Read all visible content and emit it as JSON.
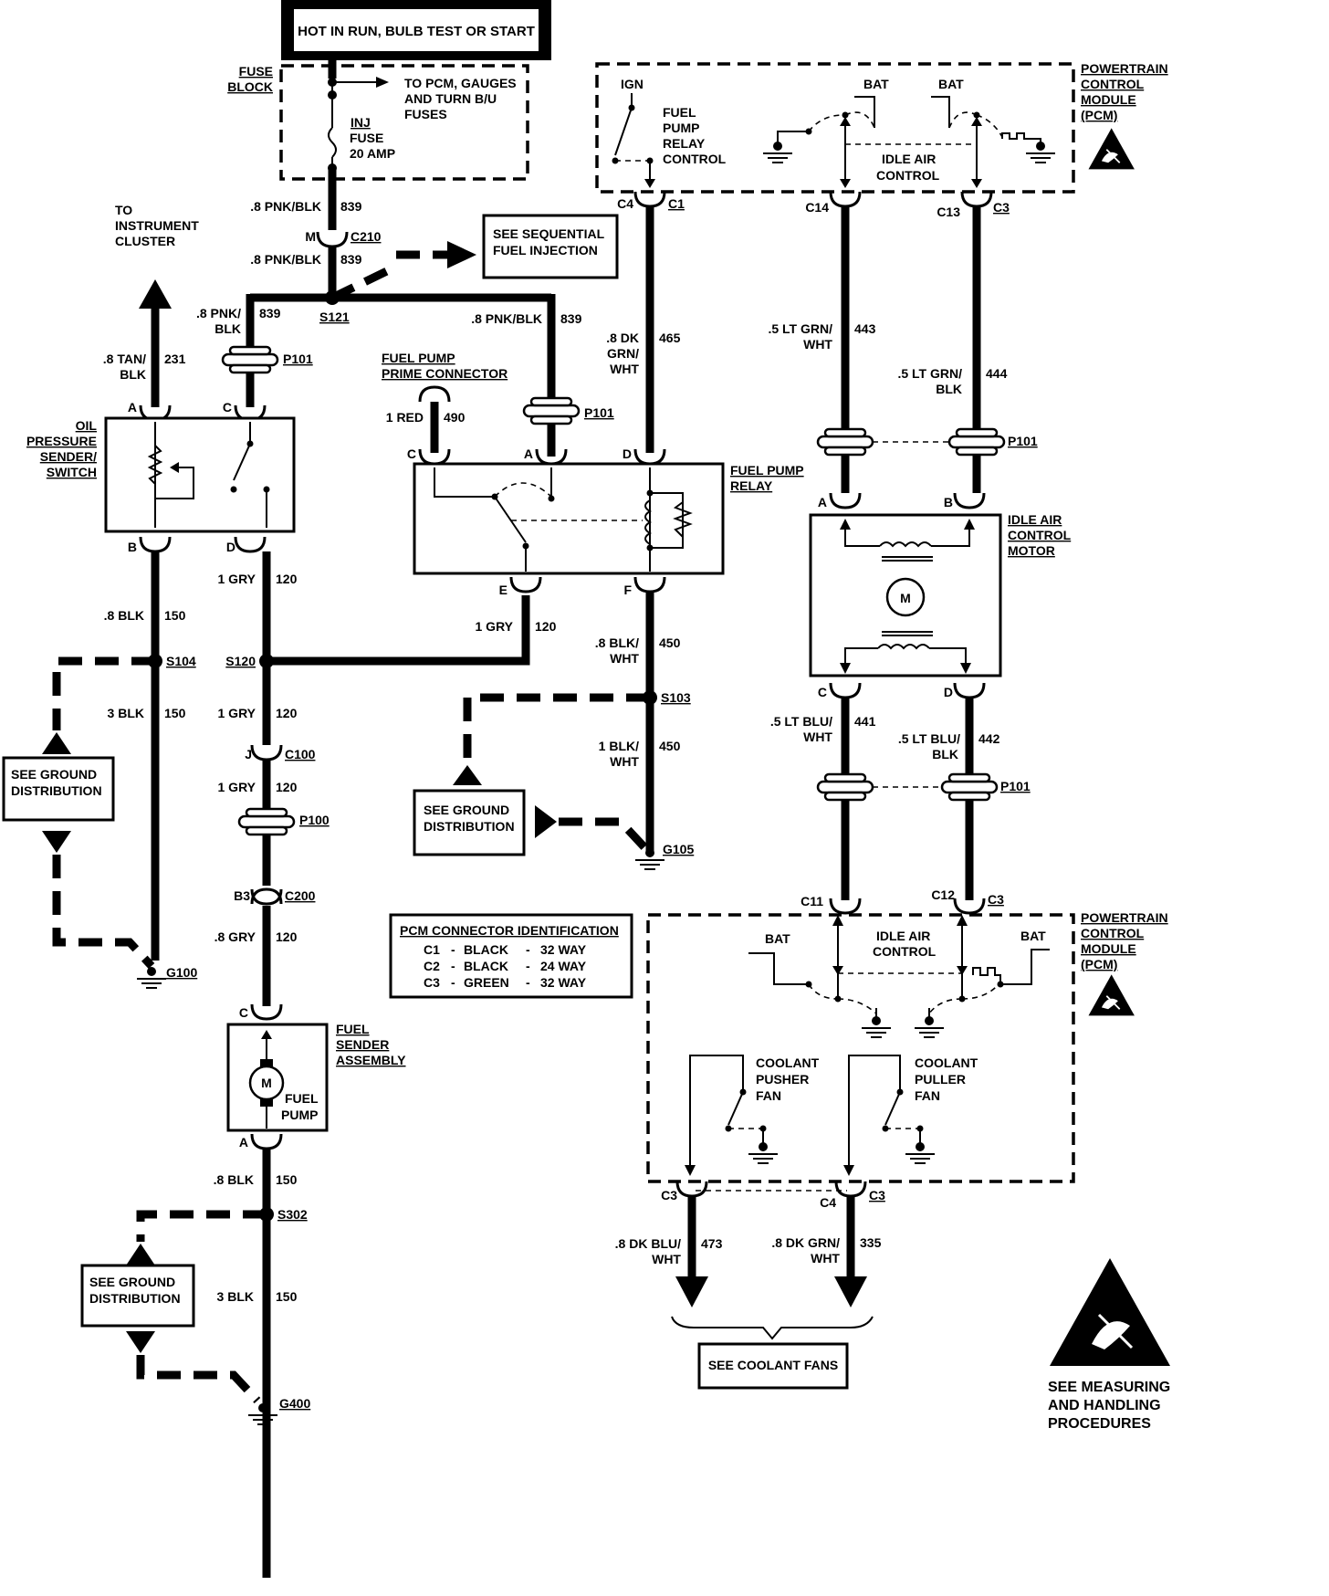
{
  "header": {
    "title": "HOT IN RUN, BULB TEST OR START"
  },
  "fuse_block": {
    "label_1": "FUSE",
    "label_2": "BLOCK",
    "to_1": "TO PCM, GAUGES",
    "to_2": "AND TURN B/U",
    "to_3": "FUSES",
    "fuse_1": "INJ",
    "fuse_2": "FUSE",
    "fuse_3": "20 AMP"
  },
  "wires": {
    "w839_top_gauge": ".8 PNK/BLK",
    "w839_top_num": "839",
    "c210_pin": "M",
    "c210": "C210",
    "w839_mid_gauge": ".8 PNK/BLK",
    "w839_mid_num": "839",
    "s121": "S121",
    "w839_left_g1": ".8 PNK/",
    "w839_left_g2": "BLK",
    "w839_left_num": "839",
    "w839_right_gauge": ".8 PNK/BLK",
    "w839_right_num": "839",
    "w231_g1": ".8 TAN/",
    "w231_g2": "BLK",
    "w231_num": "231",
    "p101_a": "P101",
    "p101_b": "P101",
    "w490_gauge": "1 RED",
    "w490_num": "490",
    "w465_g1": ".8 DK",
    "w465_g2": "GRN/",
    "w465_g3": "WHT",
    "w465_num": "465",
    "w443_g1": ".5 LT GRN/",
    "w443_g2": "WHT",
    "w443_num": "443",
    "w444_g1": ".5 LT GRN/",
    "w444_g2": "BLK",
    "w444_num": "444",
    "p101_c": "P101",
    "w150_a_gauge": ".8 BLK",
    "w150_a_num": "150",
    "s104": "S104",
    "w150_b_gauge": "3 BLK",
    "w150_b_num": "150",
    "w120_a_gauge": "1 GRY",
    "w120_a_num": "120",
    "s120": "S120",
    "w120_b_gauge": "1 GRY",
    "w120_b_num": "120",
    "c100_pin": "J",
    "c100": "C100",
    "w120_c_gauge": "1 GRY",
    "w120_c_num": "120",
    "p100": "P100",
    "c200_pin": "B3",
    "c200": "C200",
    "w120_d_gauge": ".8 GRY",
    "w120_d_num": "120",
    "w120_e_gauge": "1 GRY",
    "w120_e_num": "120",
    "w450_a_g1": ".8 BLK/",
    "w450_a_g2": "WHT",
    "w450_a_num": "450",
    "s103": "S103",
    "w450_b_g1": "1 BLK/",
    "w450_b_g2": "WHT",
    "w450_b_num": "450",
    "g105": "G105",
    "g100": "G100",
    "w441_g1": ".5 LT BLU/",
    "w441_g2": "WHT",
    "w441_num": "441",
    "w442_g1": ".5 LT BLU/",
    "w442_g2": "BLK",
    "w442_num": "442",
    "p101_d": "P101",
    "w150_c_gauge": ".8 BLK",
    "w150_c_num": "150",
    "s302": "S302",
    "w150_d_gauge": "3 BLK",
    "w150_d_num": "150",
    "g400": "G400",
    "w473_g1": ".8 DK BLU/",
    "w473_g2": "WHT",
    "w473_num": "473",
    "w335_g1": ".8 DK GRN/",
    "w335_g2": "WHT",
    "w335_num": "335"
  },
  "instrument_cluster": {
    "l1": "TO",
    "l2": "INSTRUMENT",
    "l3": "CLUSTER"
  },
  "sfi_box": {
    "l1": "SEE SEQUENTIAL",
    "l2": "FUEL INJECTION"
  },
  "oil_sender": {
    "l1": "OIL",
    "l2": "PRESSURE",
    "l3": "SENDER/",
    "l4": "SWITCH",
    "pin_a": "A",
    "pin_c": "C",
    "pin_b": "B",
    "pin_d": "D"
  },
  "prime_connector": {
    "l1": "FUEL PUMP",
    "l2": "PRIME CONNECTOR"
  },
  "fuel_pump_relay": {
    "l1": "FUEL PUMP",
    "l2": "RELAY",
    "pin_c": "C",
    "pin_a": "A",
    "pin_d": "D",
    "pin_e": "E",
    "pin_f": "F"
  },
  "pcm_top": {
    "l1": "POWERTRAIN",
    "l2": "CONTROL",
    "l3": "MODULE",
    "l4": "(PCM)",
    "ign": "IGN",
    "fprc_1": "FUEL",
    "fprc_2": "PUMP",
    "fprc_3": "RELAY",
    "fprc_4": "CONTROL",
    "bat_1": "BAT",
    "bat_2": "BAT",
    "iac_1": "IDLE AIR",
    "iac_2": "CONTROL",
    "c4": "C4",
    "c1": "C1",
    "c14": "C14",
    "c13": "C13",
    "c3": "C3"
  },
  "iac_motor": {
    "l1": "IDLE AIR",
    "l2": "CONTROL",
    "l3": "MOTOR",
    "pin_a": "A",
    "pin_b": "B",
    "pin_c": "C",
    "pin_d": "D",
    "motor": "M"
  },
  "ground_boxes": {
    "left_l1": "SEE GROUND",
    "left_l2": "DISTRIBUTION",
    "mid_l1": "SEE GROUND",
    "mid_l2": "DISTRIBUTION",
    "bot_l1": "SEE GROUND",
    "bot_l2": "DISTRIBUTION"
  },
  "pcm_conn_id": {
    "title": "PCM CONNECTOR IDENTIFICATION",
    "rows": [
      {
        "c": "C1",
        "color": "BLACK",
        "way": "32 WAY"
      },
      {
        "c": "C2",
        "color": "BLACK",
        "way": "24 WAY"
      },
      {
        "c": "C3",
        "color": "GREEN",
        "way": "32 WAY"
      }
    ]
  },
  "fuel_sender": {
    "l1": "FUEL",
    "l2": "SENDER",
    "l3": "ASSEMBLY",
    "pump_1": "FUEL",
    "pump_2": "PUMP",
    "pin_c": "C",
    "pin_a": "A",
    "motor": "M"
  },
  "pcm_bottom": {
    "l1": "POWERTRAIN",
    "l2": "CONTROL",
    "l3": "MODULE",
    "l4": "(PCM)",
    "c11": "C11",
    "c12": "C12",
    "c3_top": "C3",
    "bat_l": "BAT",
    "bat_r": "BAT",
    "iac_1": "IDLE AIR",
    "iac_2": "CONTROL",
    "push_1": "COOLANT",
    "push_2": "PUSHER",
    "push_3": "FAN",
    "pull_1": "COOLANT",
    "pull_2": "PULLER",
    "pull_3": "FAN",
    "c3_l": "C3",
    "c4": "C4",
    "c3_r": "C3"
  },
  "coolant_fans": {
    "label": "SEE COOLANT FANS"
  },
  "esd": {
    "l1": "SEE MEASURING",
    "l2": "AND HANDLING",
    "l3": "PROCEDURES"
  }
}
